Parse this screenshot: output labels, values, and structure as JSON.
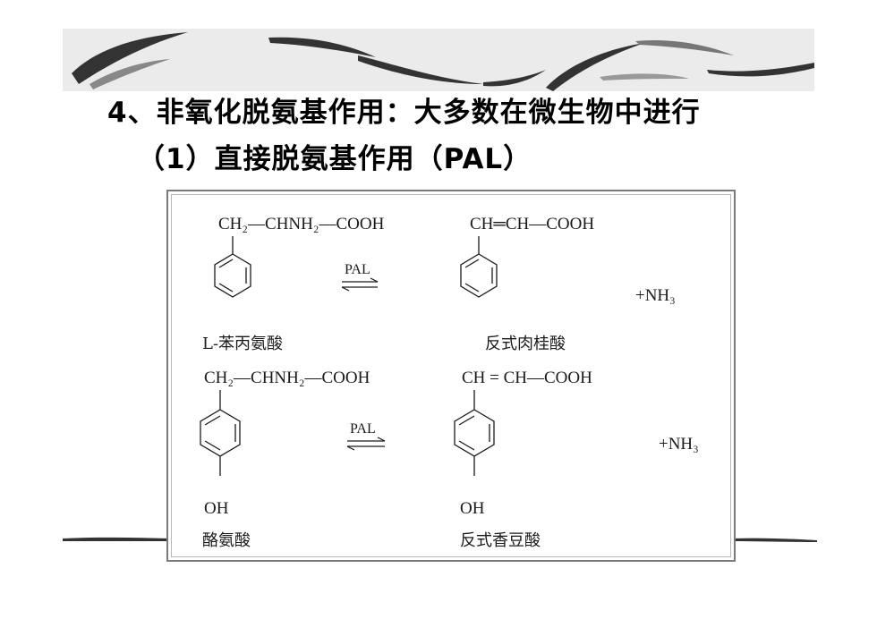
{
  "slide": {
    "title": "4、非氧化脱氨基作用：大多数在微生物中进行",
    "subtitle": "（1）直接脱氨基作用（PAL）"
  },
  "reaction1": {
    "reactant_formula": "CH₂—CHNH₂—COOH",
    "product_formula": "CH═CH—COOH",
    "enzyme": "PAL",
    "byproduct": "+NH₃",
    "reactant_name": "L-苯丙氨酸",
    "product_name": "反式肉桂酸"
  },
  "reaction2": {
    "reactant_formula": "CH₂—CHNH₂—COOH",
    "product_formula": "CH = CH—COOH",
    "enzyme": "PAL",
    "byproduct": "+NH₃",
    "reactant_substituent": "OH",
    "product_substituent": "OH",
    "reactant_name": "酪氨酸",
    "product_name": "反式香豆酸"
  },
  "colors": {
    "banner_bg": "#ebebeb",
    "swoosh": "#333333",
    "border": "#7a7a7a"
  }
}
